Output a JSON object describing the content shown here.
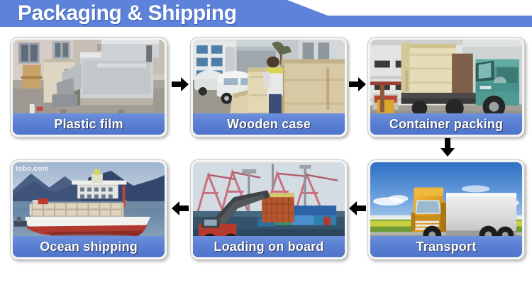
{
  "header": {
    "title": "Packaging & Shipping",
    "banner_color": "#5d82da",
    "title_color": "#ffffff"
  },
  "theme": {
    "caption_blue": "#5a7fd3",
    "card_frame": "#f4f4f2",
    "card_border": "#c8c8c4",
    "arrow_color": "#000000"
  },
  "flow": {
    "steps": [
      {
        "id": "plastic-film",
        "label": "Plastic film",
        "watermark": "",
        "scene": "machine wrapped in silver plastic film on a pallet inside a factory yard"
      },
      {
        "id": "wooden-case",
        "label": "Wooden case",
        "watermark": "",
        "scene": "worker assembling plywood wooden crates outdoors with parked white cars and buildings"
      },
      {
        "id": "container-packing",
        "label": "Container packing",
        "watermark": "",
        "scene": "wooden crate being loaded onto a teal green flatbed truck by a forklift"
      },
      {
        "id": "transport",
        "label": "Transport",
        "watermark": "",
        "scene": "orange truck with white trailer driving on a road under a blue sky with green fields"
      },
      {
        "id": "loading-on-board",
        "label": "Loading on board",
        "watermark": "",
        "scene": "port terminal with red cranes, reach stacker lifting a container onto a vessel"
      },
      {
        "id": "ocean-shipping",
        "label": "Ocean shipping",
        "watermark": "tobo.com",
        "scene": "container ship loaded with containers sailing past blue mountains"
      }
    ],
    "arrows": [
      {
        "id": "arrow-plastic-to-wooden",
        "direction": "right"
      },
      {
        "id": "arrow-wooden-to-container",
        "direction": "right"
      },
      {
        "id": "arrow-container-to-transport",
        "direction": "down"
      },
      {
        "id": "arrow-loading-to-ocean",
        "direction": "left"
      },
      {
        "id": "arrow-transport-to-loading",
        "direction": "left"
      }
    ]
  }
}
